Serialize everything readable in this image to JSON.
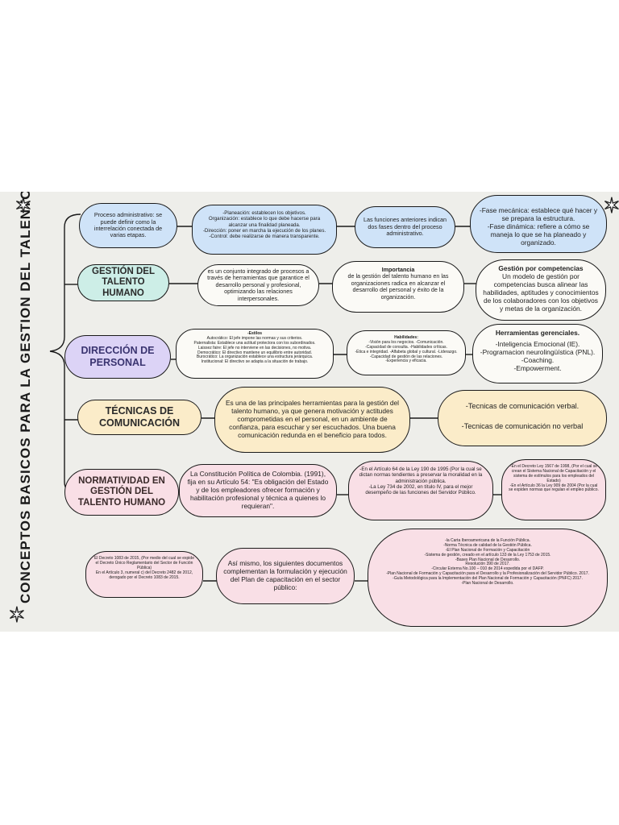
{
  "title": "CONCEPTOS BASICOS PARA LA GESTION DEL TALENTO HUMANO",
  "row1": {
    "a": "Proceso administrativo: se puede definir como la interrelación conectada de varias etapas.",
    "b": [
      "-Planeación: establecen los objetivos.",
      "Organización: establece lo que debe hacerse para alcanzar una finalidad planeada.",
      "-Dirección: poner en marcha la ejecución de los planes.",
      "-Control: debe realizarse de manera transparente."
    ],
    "c": "Las funciones anteriores indican dos fases dentro del proceso administrativo.",
    "d": [
      "-Fase mecánica: establece qué hacer y se prepara la estructura.",
      "-Fase dinámica: refiere a cómo se maneja lo que se ha planeado y organizado."
    ]
  },
  "row2": {
    "head": "GESTIÓN DEL TALENTO HUMANO",
    "a": "es un conjunto integrado de procesos a través de herramientas que garantice el desarrollo personal y profesional, optimizando las relaciones interpersonales.",
    "b_title": "Importancia",
    "b": "de la gestión del talento humano en las organizaciones radica en alcanzar el desarrollo del personal y éxito de la organización.",
    "c_title": "Gestión por competencias",
    "c": "Un modelo de gestión por competencias busca alinear las habilidades, aptitudes y conocimientos de los colaboradores con los objetivos y metas de la organización."
  },
  "row3": {
    "head": "DIRECCIÓN DE PERSONAL",
    "a_title": "-Estilos",
    "a": [
      "Autocrático: El jefe impone las normas y sus criterios.",
      "Paternalista: Establece una actitud protectora con los subordinados.",
      "Laissez faire: El jefe no interviene en las decisiones, no motiva.",
      "Democrático: El directivo mantiene un equilibrio entre autoridad.",
      "Burocrático: La organización establece una estructura jerárquica.",
      "Institucional: El directivo se adapta a la situación de trabajo."
    ],
    "b_title": "Habilidades:",
    "b": [
      "-Visión para los negocios. -Comunicación.",
      "-Capacidad de consulta. -Habilidades críticas.",
      "-Ética e integridad. -Alfabeta global y cultural. -Liderazgo.",
      "-Capacidad de gestión de las relaciones.",
      "-Experiencia y eficacia."
    ],
    "c_title": "Herramientas gerenciales.",
    "c": [
      "-Inteligencia Emocional (IE).",
      "-Programacion neurolingüística (PNL).",
      "-Coaching.",
      "-Empowerment."
    ]
  },
  "row4": {
    "head": "TÉCNICAS DE COMUNICACIÓN",
    "a": "Es una de las principales herramientas para la gestión del talento humano, ya que genera motivación y actitudes comprometidas en el personal, en un ambiente de confianza, para escuchar y ser escuchados. Una buena comunicación redunda en el beneficio para todos.",
    "b": [
      "-Tecnicas de comunicación verbal.",
      "-Tecnicas de comunicación no verbal"
    ]
  },
  "row5": {
    "head": "NORMATIVIDAD EN GESTIÓN DEL TALENTO HUMANO",
    "a": "La Constitución Política de Colombia. (1991), fija en su Artículo 54: \"Es obligación del Estado y de los empleadores ofrecer formación y habilitación profesional y técnica a quienes lo requieran\".",
    "b": [
      "-En el Artículo 64 de la Ley 190 de 1995 (Por la cual se dictan normas tendientes a preservar la moralidad en la administración pública.",
      "-La Ley 734 de 2002, en título IV, para el mejor desempeño de las funciones del Servidor Público."
    ],
    "c": [
      "-En el Decreto Ley 1567 de 1998, (Por el cual se crean el Sistema Nacional de Capacitación y el sistema de estímulos para los empleados del Estado)",
      "-En el Artículo 36 la Ley 909 de 2004 (Por la cual se expiden normas que regulan el empleo público."
    ]
  },
  "row6": {
    "a": [
      "El Decreto 1083 de 2015, (Por medio del cual se expide el Decreto Único Reglamentario del Sector de Función Pública)",
      "En el Artículo 3, numeral c) del Decreto 2482 de 2012, derogado por el Decreto 1083 de 2015."
    ],
    "b": "Así mismo, los siguientes documentos complementan la formulación y ejecución del Plan de capacitación en el sector público:",
    "c": [
      "-la Carta Iberoamericana de la Función Pública.",
      "-Norma Técnica de calidad de la Gestión Pública.",
      "-El Plan Nacional de Formación y Capacitación",
      "-Sistema de gestión, creado en el artículo 133 de la Ley 1753 de 2015.",
      "-Bases Plan Nacional de Desarrollo.",
      "Resolución 390 de 2017.",
      "-Circular Externa No.100 – 010 de 2014 expedida por el DAFP.",
      "-Plan Nacional de Formación y Capacitación para el Desarrollo y la Profesionalización del Servidor Público. 2017.",
      "-Guía Metodológica para la Implementación del Plan Nacional de Formación y Capacitación (PNFC) 2017.",
      "-Plan Nacional de Desarrollo."
    ]
  },
  "colors": {
    "blue": "#cfe3f8",
    "teal": "#cdeee7",
    "lavender": "#dcd3f6",
    "sand": "#fbecc9",
    "pink": "#f9dfe6",
    "background": "#eeeeea"
  }
}
